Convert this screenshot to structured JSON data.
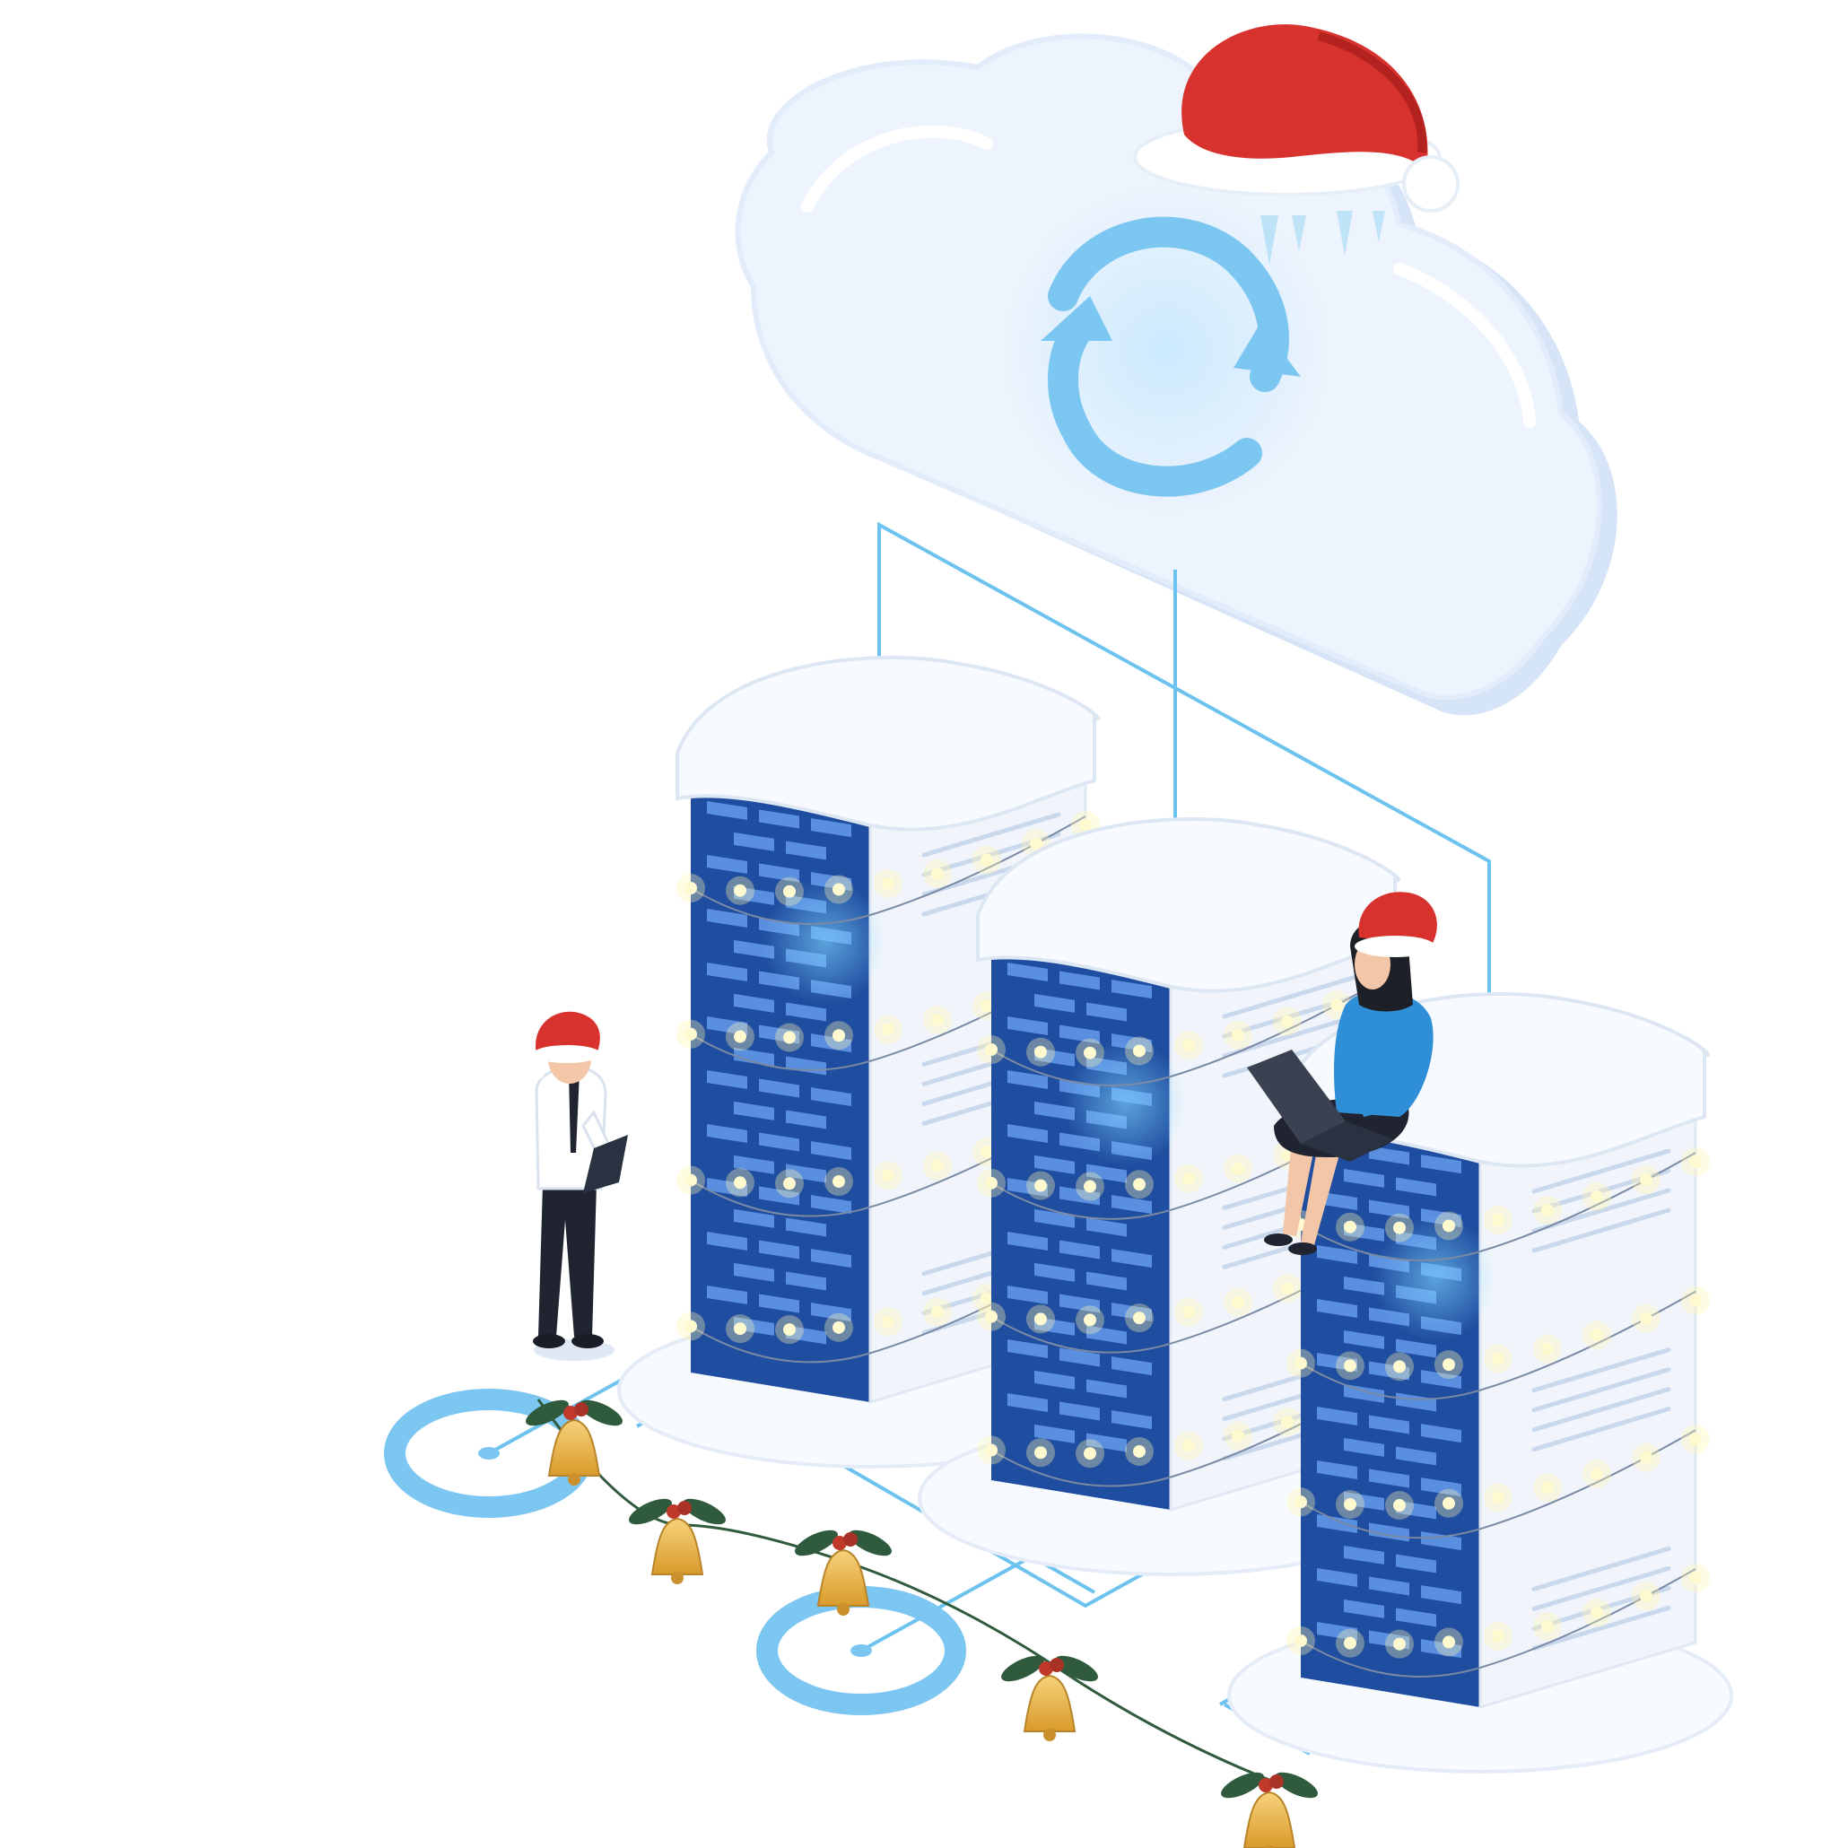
{
  "illustration": {
    "cloud": {
      "icon": "sync-arrows-icon",
      "hat": "santa-hat-icon"
    },
    "servers": [
      {
        "name": "server-left"
      },
      {
        "name": "server-middle"
      },
      {
        "name": "server-right"
      }
    ],
    "people": [
      {
        "role": "standing-man-with-tablet",
        "hat": "santa-hat-icon"
      },
      {
        "role": "sitting-woman-with-laptop",
        "hat": "santa-hat-icon"
      }
    ],
    "decorations": [
      "bell-icon",
      "holly-icon",
      "string-lights",
      "snow-caps"
    ]
  },
  "colors": {
    "cloud_fill": "#eef4fd",
    "cloud_edge": "#d6e4f7",
    "sync_arrows": "#7cc6f2",
    "hat_red": "#d8322e",
    "server_front": "#1f4d9f",
    "server_slot": "#5a8fe0",
    "server_side": "#f1f5fb",
    "snow": "#f7faff",
    "connector": "#6cc3ef",
    "bell_gold": "#e9b646",
    "holly_green": "#2f5a3c",
    "shirt_blue": "#2f8fd6"
  }
}
